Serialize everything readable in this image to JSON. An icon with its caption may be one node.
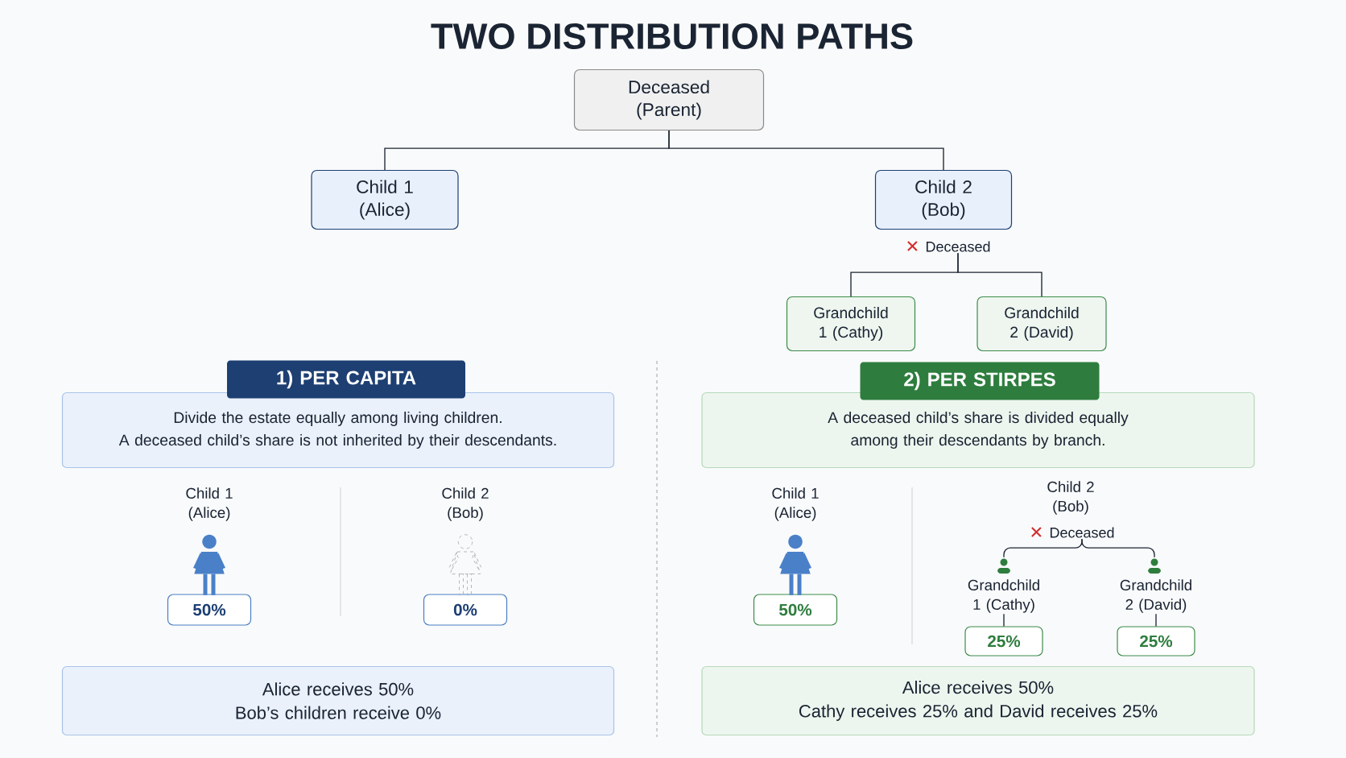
{
  "diagram": {
    "title": "TWO DISTRIBUTION PATHS",
    "nodes": [
      {
        "text": [
          "Deceased (Parent)"
        ]
      },
      {
        "text": [
          "Child 1 (Alice)"
        ]
      },
      {
        "text": [
          "Child 2 (Bob)"
        ],
        "beside": [
          "Deceased"
        ]
      },
      {
        "text": [
          "Grandchild 1 (Cathy)"
        ]
      },
      {
        "text": [
          "Grandchild 2 (David)"
        ]
      },
      {
        "text": [
          "1) PER CAPITA"
        ]
      },
      {
        "text": [
          "Divide the estate equally among living children.",
          "A deceased child’s share is not inherited by their descendants."
        ]
      },
      {
        "text": [
          "50%"
        ]
      },
      {
        "text": [
          "0%"
        ]
      },
      {
        "text": [
          "Alice receives 50%",
          "Bob’s children receive 0%"
        ]
      },
      {
        "text": [
          "2) PER STIRPES"
        ]
      },
      {
        "text": [
          "A deceased child’s share is divided equally among their descendants by branch."
        ]
      },
      {
        "text": [
          "50%"
        ]
      },
      {
        "text": [
          "Child 2 (Bob)"
        ],
        "beside": [
          "Deceased"
        ]
      },
      {
        "text": [],
        "shape": "person"
      },
      {
        "text": [],
        "shape": "person"
      },
      {
        "text": [
          "Grandchild 1 (Cathy)"
        ]
      },
      {
        "text": [
          "Grandchild 2 (David)"
        ]
      },
      {
        "text": [
          "25%"
        ]
      },
      {
        "text": [
          "25%"
        ]
      },
      {
        "text": [
          "Alice receives 50%",
          "Cathy receives 25% and David receives 25%"
        ]
      }
    ],
    "edges": [
      {
        "from": 0,
        "to": 1,
        "arrow": "none"
      },
      {
        "from": 0,
        "to": 2,
        "arrow": "none"
      },
      {
        "from": 2,
        "to": 3,
        "arrow": "none"
      },
      {
        "from": 2,
        "to": 4,
        "arrow": "none"
      },
      {
        "from": 13,
        "to": 14,
        "arrow": "none"
      },
      {
        "from": 13,
        "to": 15,
        "arrow": "none"
      },
      {
        "from": 16,
        "to": 18,
        "arrow": "none"
      },
      {
        "from": 17,
        "to": 19,
        "arrow": "none"
      }
    ],
    "labels": [
      "Child 1 (Alice)",
      "Child 2 (Bob)",
      "Child 1 (Alice)"
    ]
  }
}
